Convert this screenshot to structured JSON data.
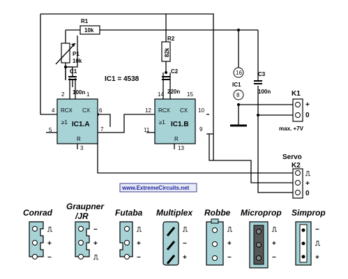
{
  "components": {
    "r1": {
      "name": "R1",
      "value": "10k"
    },
    "r2": {
      "name": "R2",
      "value": "82k"
    },
    "p1": {
      "name": "P1",
      "value": "10k"
    },
    "c1": {
      "name": "C1",
      "value": "100n"
    },
    "c2": {
      "name": "C2",
      "value": "220n"
    },
    "c3": {
      "name": "C3",
      "value": "100n"
    },
    "ic_note": "IC1 = 4538",
    "ic1a": {
      "name": "IC1.A",
      "rcx": "RCX",
      "cx": "CX",
      "r": "R",
      "gate": "≥1"
    },
    "ic1b": {
      "name": "IC1.B",
      "rcx": "RCX",
      "cx": "CX",
      "r": "R",
      "gate": "≥1"
    },
    "ic1_supply": {
      "name": "IC1",
      "pin_top": "16",
      "pin_bottom": "8"
    }
  },
  "pins": {
    "a_p2": "2",
    "a_p1": "1",
    "a_p4": "4",
    "a_p6": "6",
    "a_p5": "5",
    "a_p7": "7",
    "a_p3": "3",
    "b_p14": "14",
    "b_p15": "15",
    "b_p12": "12",
    "b_p10": "10",
    "b_p11": "11",
    "b_p9": "9",
    "b_p13": "13"
  },
  "k1": {
    "name": "K1",
    "plus": "+",
    "zero": "0",
    "note": "max. +7V"
  },
  "k2": {
    "title": "Servo",
    "name": "K2",
    "pulse": "⎍",
    "plus": "+",
    "zero": "0"
  },
  "website": "www.ExtremeCircuits.net",
  "connectors": [
    {
      "name": "Conrad",
      "labels": [
        "⎍",
        "+",
        "−"
      ]
    },
    {
      "name": "Graupner /JR",
      "name_line1": "Graupner",
      "name_line2": "/JR",
      "labels": [
        "−",
        "+",
        "⎍"
      ]
    },
    {
      "name": "Futaba",
      "labels": [
        "⎍",
        "+",
        "−"
      ]
    },
    {
      "name": "Multiplex",
      "labels": [
        "⎍",
        "−",
        "+"
      ]
    },
    {
      "name": "Robbe",
      "labels": [
        "⎍",
        "+",
        "−"
      ]
    },
    {
      "name": "Microprop",
      "labels": [
        "⎍",
        "+",
        "−"
      ]
    },
    {
      "name": "Simprop",
      "labels": [
        "−",
        "⎍",
        "+"
      ]
    }
  ],
  "colors": {
    "chip_fill": "#a7d3d6",
    "connector_fill": "#a7d3d6",
    "banner_text": "#1a1f9a"
  }
}
